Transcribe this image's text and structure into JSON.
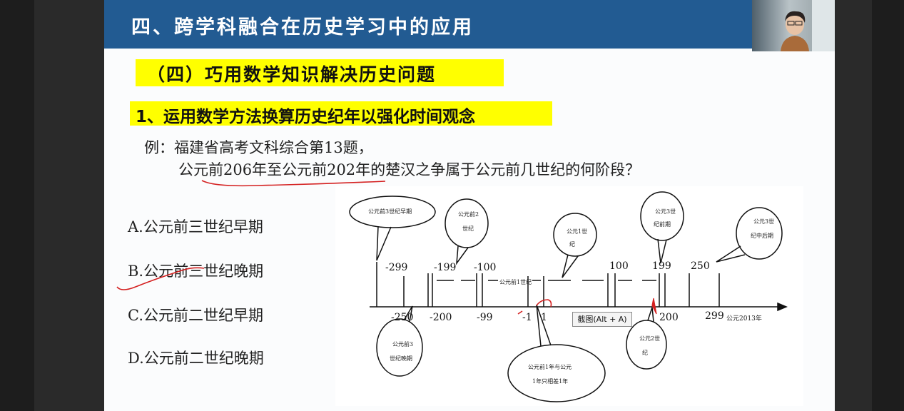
{
  "slide": {
    "title": "四、跨学科融合在历史学习中的应用",
    "subtitle1": "（四）巧用数学知识解决历史问题",
    "subtitle2": "1、运用数学方法换算历史纪年以强化时间观念",
    "example_line1": "例：福建省高考文科综合第13题，",
    "example_line2": "公元前206年至公元前202年的楚汉之争属于公元前几世纪的何阶段？",
    "options": [
      "A.公元前三世纪早期",
      "B.公元前三世纪晚期",
      "C.公元前二世纪早期",
      "D.公元前二世纪晚期"
    ]
  },
  "timeline": {
    "top_numbers": [
      "-299",
      "-199",
      "-100",
      "100",
      "199",
      "250"
    ],
    "bottom_numbers": [
      "-250",
      "-200",
      "-99",
      "-1",
      "1",
      "200",
      "299"
    ],
    "axis_end_label": "公元2013年",
    "mid_label": "公元前1世纪",
    "bubbles": {
      "bc3_early": "公元前3世纪早期",
      "bc2": [
        "公元前2",
        "世纪"
      ],
      "ad1": [
        "公元1世",
        "纪"
      ],
      "ad3_early": [
        "公元3世",
        "纪前期"
      ],
      "ad3_late": [
        "公元3世",
        "纪中后期"
      ],
      "bc3_late": [
        "公元前3",
        "世纪晚期"
      ],
      "year_diff": [
        "公元前1年与公元",
        "1年只相差1年"
      ],
      "ad2": [
        "公元2世",
        "纪"
      ]
    }
  },
  "tooltip": "截图(Alt + A)",
  "colors": {
    "title_bar": "#225b92",
    "highlight": "#ffff00",
    "annotation": "#d42020"
  }
}
